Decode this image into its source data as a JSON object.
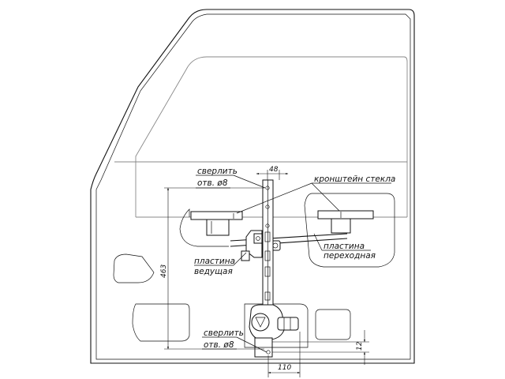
{
  "labels": {
    "drill_top_line1": "сверлить",
    "drill_top_line2": "отв. ø8",
    "bracket": "кронштейн стекла",
    "adapter_line1": "пластина",
    "adapter_line2": "переходная",
    "drive_line1": "пластина",
    "drive_line2": "ведущая",
    "drill_bottom_line1": "сверлить",
    "drill_bottom_line2": "отв. ø8"
  },
  "dimensions": {
    "d48": "48",
    "d463": "463",
    "d12": "12",
    "d110": "110"
  }
}
